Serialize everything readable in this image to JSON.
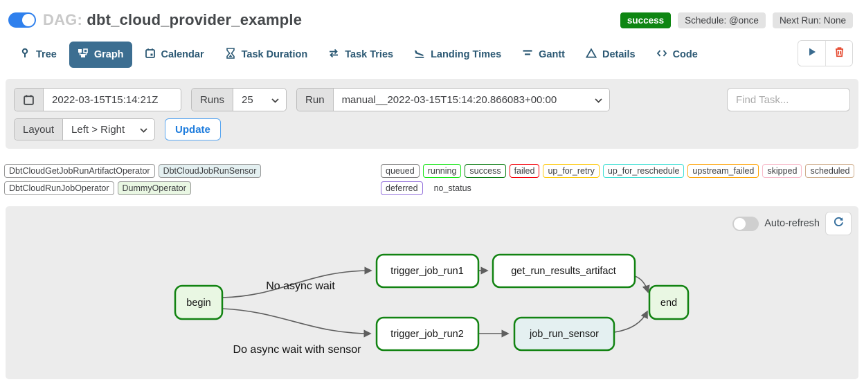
{
  "header": {
    "dag_prefix": "DAG:",
    "dag_title": "dbt_cloud_provider_example",
    "status_badge": "success",
    "schedule_badge": "Schedule: @once",
    "next_run_badge": "Next Run: None"
  },
  "tabs": {
    "active": "Graph",
    "items": [
      {
        "label": "Tree"
      },
      {
        "label": "Graph"
      },
      {
        "label": "Calendar"
      },
      {
        "label": "Task Duration"
      },
      {
        "label": "Task Tries"
      },
      {
        "label": "Landing Times"
      },
      {
        "label": "Gantt"
      },
      {
        "label": "Details"
      },
      {
        "label": "Code"
      }
    ]
  },
  "filters": {
    "date_value": "2022-03-15T15:14:21Z",
    "runs_label": "Runs",
    "runs_value": "25",
    "run_label": "Run",
    "run_value": "manual__2022-03-15T15:14:20.866083+00:00",
    "find_task_placeholder": "Find Task...",
    "layout_label": "Layout",
    "layout_value": "Left > Right",
    "update_label": "Update"
  },
  "legend": {
    "operators": [
      {
        "label": "DbtCloudGetJobRunArtifactOperator",
        "bg": "#ffffff"
      },
      {
        "label": "DbtCloudJobRunSensor",
        "bg": "#e4f0f1"
      },
      {
        "label": "DbtCloudRunJobOperator",
        "bg": "#ffffff"
      },
      {
        "label": "DummyOperator",
        "bg": "#e9f7e3"
      }
    ],
    "states": [
      {
        "label": "queued",
        "border": "#808080"
      },
      {
        "label": "running",
        "border": "#16e416"
      },
      {
        "label": "success",
        "border": "#0b7c12"
      },
      {
        "label": "failed",
        "border": "#f50008"
      },
      {
        "label": "up_for_retry",
        "border": "#ffc90a"
      },
      {
        "label": "up_for_reschedule",
        "border": "#41dfd5"
      },
      {
        "label": "upstream_failed",
        "border": "#ffa60d"
      },
      {
        "label": "skipped",
        "border": "#f7bac9"
      },
      {
        "label": "scheduled",
        "border": "#d0b090"
      },
      {
        "label": "deferred",
        "border": "#9370db"
      },
      {
        "label": "no_status",
        "border": "none"
      }
    ]
  },
  "graph": {
    "auto_refresh_label": "Auto-refresh",
    "nodes": [
      {
        "id": "begin",
        "label": "begin",
        "fill": "#e9f7e3",
        "stroke": "#128312"
      },
      {
        "id": "trigger_job_run1",
        "label": "trigger_job_run1",
        "fill": "#ffffff",
        "stroke": "#128312"
      },
      {
        "id": "get_run_results_artifact",
        "label": "get_run_results_artifact",
        "fill": "#ffffff",
        "stroke": "#128312"
      },
      {
        "id": "trigger_job_run2",
        "label": "trigger_job_run2",
        "fill": "#ffffff",
        "stroke": "#128312"
      },
      {
        "id": "job_run_sensor",
        "label": "job_run_sensor",
        "fill": "#e4f0f1",
        "stroke": "#128312"
      },
      {
        "id": "end",
        "label": "end",
        "fill": "#e9f7e3",
        "stroke": "#128312"
      }
    ],
    "edge_labels": [
      {
        "text": "No async wait"
      },
      {
        "text": "Do async wait with sensor"
      }
    ]
  },
  "colors": {
    "accent_blue": "#2f80ed",
    "success_green": "#0e8612",
    "tab_active_bg": "#3c6e91",
    "node_border_green": "#128312",
    "edge_gray": "#5f5f5f",
    "trash_red": "#e5472d"
  }
}
